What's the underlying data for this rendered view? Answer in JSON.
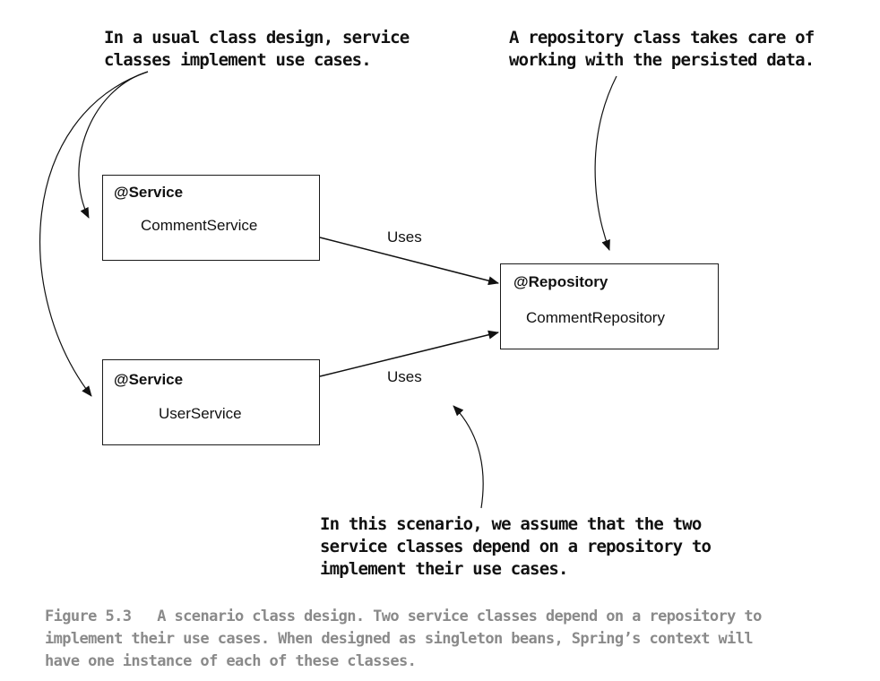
{
  "annotations": {
    "service": [
      "In a usual class design, service",
      "classes implement use cases."
    ],
    "repository": [
      "A repository class takes care of",
      "working with the persisted data."
    ],
    "scenario": [
      "In this scenario, we assume that the two",
      "service classes depend on a repository to",
      "implement their use cases."
    ]
  },
  "classes": {
    "comment_service": {
      "stereotype": "@Service",
      "name": "CommentService"
    },
    "user_service": {
      "stereotype": "@Service",
      "name": "UserService"
    },
    "comment_repository": {
      "stereotype": "@Repository",
      "name": "CommentRepository"
    }
  },
  "edges": {
    "comment_service_uses": "Uses",
    "user_service_uses": "Uses"
  },
  "caption": {
    "figure_number": "Figure 5.3",
    "lines": [
      "A scenario class design. Two service classes depend on a repository to",
      "implement their use cases. When designed as singleton beans, Spring’s context will",
      "have one instance of each of these classes."
    ]
  }
}
